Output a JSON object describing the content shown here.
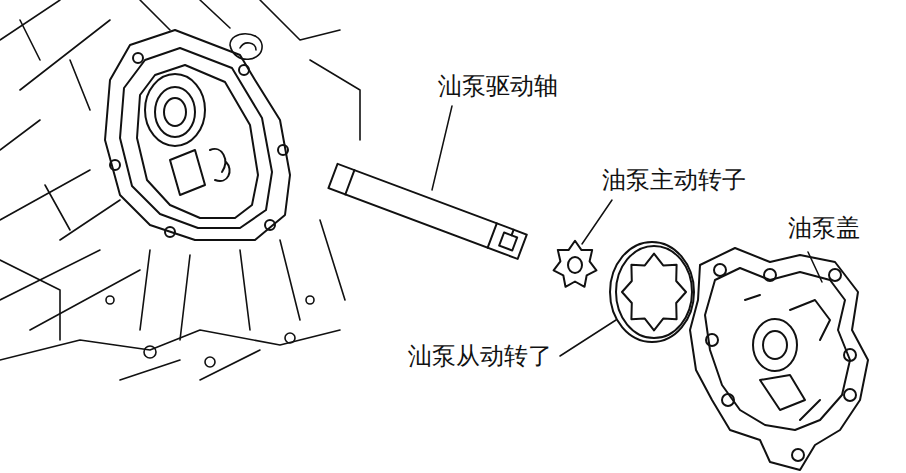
{
  "diagram": {
    "labels": [
      "汕泵驱动轴",
      "油泵主动转子",
      "油泵盖",
      "汕泵从动转了"
    ]
  }
}
